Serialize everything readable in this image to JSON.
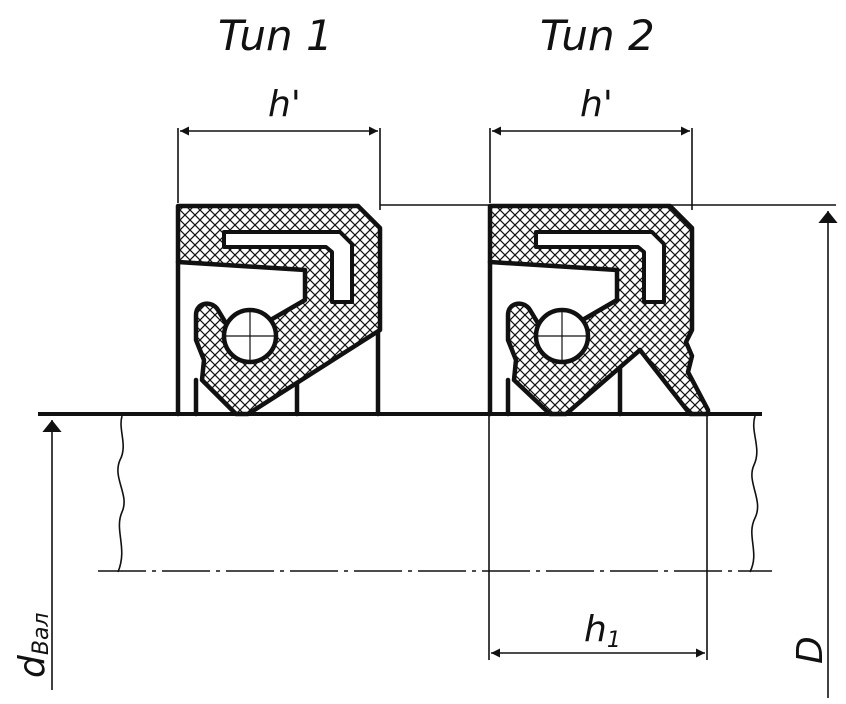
{
  "types": [
    {
      "title": "Tun  1",
      "width_label": "h'"
    },
    {
      "title": "Tun  2",
      "width_label": "h'"
    }
  ],
  "type2_lower_width_label": "h",
  "type2_lower_width_subscript": "1",
  "shaft_diameter_label": "d",
  "shaft_diameter_subscript": "Вал",
  "outer_diameter_label": "D"
}
